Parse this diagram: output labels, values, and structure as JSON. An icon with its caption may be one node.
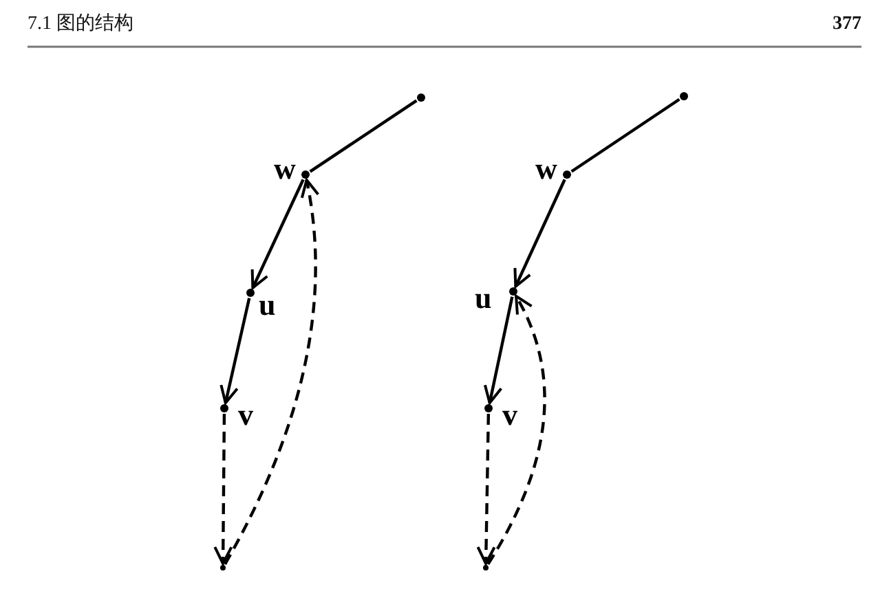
{
  "diagram": {
    "title": "7.1 图的结构",
    "nodes": [
      {
        "text": [],
        "shape": "circle"
      },
      {
        "text": [],
        "shape": "circle",
        "beside": [
          "w"
        ]
      },
      {
        "text": [],
        "shape": "circle",
        "beside": [
          "u"
        ]
      },
      {
        "text": [],
        "shape": "circle",
        "beside": [
          "v"
        ]
      },
      {
        "text": [],
        "shape": "circle"
      },
      {
        "text": [],
        "shape": "circle"
      },
      {
        "text": [],
        "shape": "circle",
        "beside": [
          "w"
        ]
      },
      {
        "text": [],
        "shape": "circle",
        "beside": [
          "u"
        ]
      },
      {
        "text": [],
        "shape": "circle",
        "beside": [
          "v"
        ]
      },
      {
        "text": [],
        "shape": "circle"
      }
    ],
    "edges": [
      {
        "from": 0,
        "to": 1,
        "arrow": "none"
      },
      {
        "from": 1,
        "to": 2,
        "arrow": "to"
      },
      {
        "from": 2,
        "to": 3,
        "arrow": "to"
      },
      {
        "from": 3,
        "to": 4,
        "arrow": "to",
        "style": "dashed"
      },
      {
        "from": 4,
        "to": 1,
        "arrow": "to",
        "style": "dashed"
      },
      {
        "from": 5,
        "to": 6,
        "arrow": "none"
      },
      {
        "from": 6,
        "to": 7,
        "arrow": "to"
      },
      {
        "from": 7,
        "to": 8,
        "arrow": "to"
      },
      {
        "from": 8,
        "to": 9,
        "arrow": "to",
        "style": "dashed"
      },
      {
        "from": 9,
        "to": 7,
        "arrow": "to",
        "style": "dashed"
      }
    ],
    "labels": [
      "377"
    ]
  }
}
